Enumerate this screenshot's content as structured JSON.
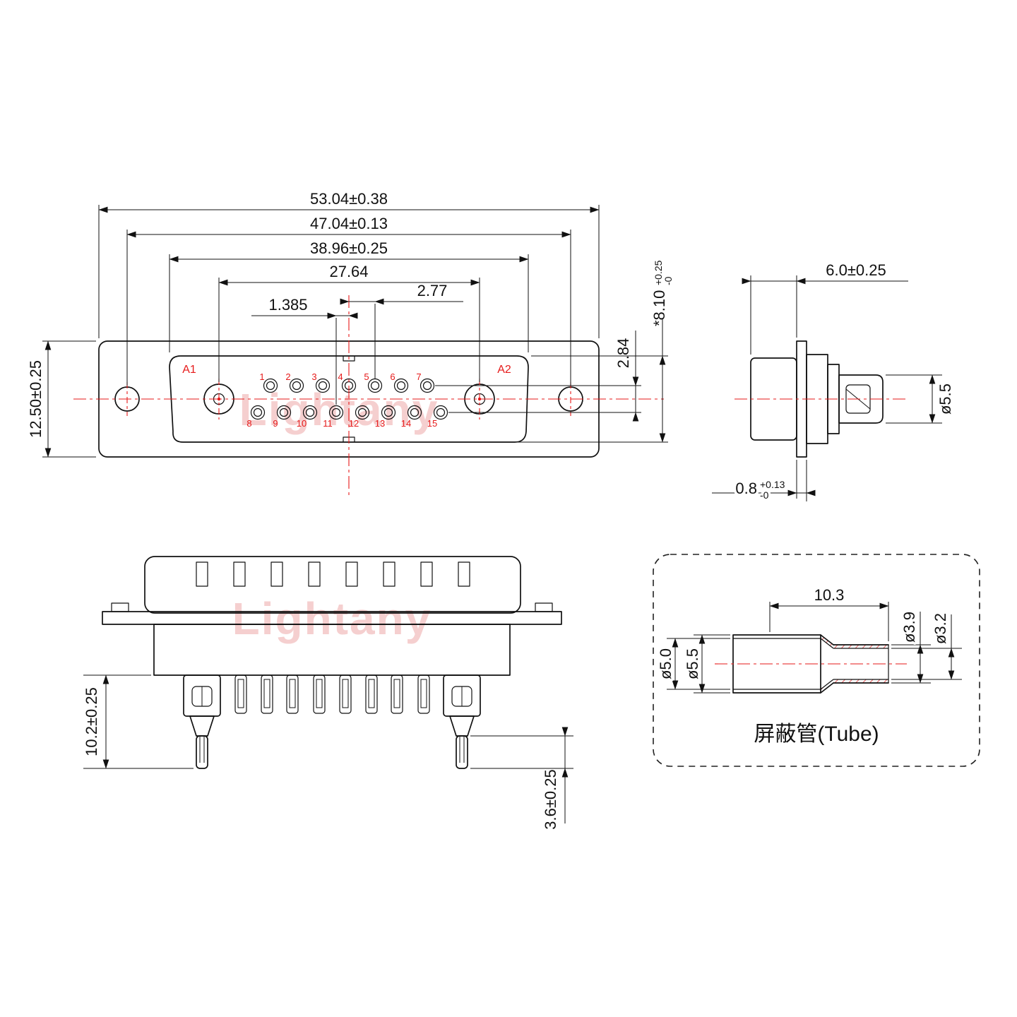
{
  "watermark": "Lightany",
  "front": {
    "dim_53": "53.04±0.38",
    "dim_47": "47.04±0.13",
    "dim_39": "38.96±0.25",
    "dim_2764": "27.64",
    "dim_277": "2.77",
    "dim_1385": "1.385",
    "dim_125": "12.50±0.25",
    "dim_284": "2.84",
    "dim_810": "*8.10",
    "dim_810_sup": "+0.25",
    "dim_810_sub": "-0",
    "a1": "A1",
    "a2": "A2",
    "pins_top": [
      "1",
      "2",
      "3",
      "4",
      "5",
      "6",
      "7"
    ],
    "pins_bottom": [
      "8",
      "9",
      "10",
      "11",
      "12",
      "13",
      "14",
      "15"
    ]
  },
  "side": {
    "dim_60": "6.0±0.25",
    "dim_55": "ø5.5",
    "dim_08": "0.8",
    "dim_08_sup": "+0.13",
    "dim_08_sub": "-0"
  },
  "back": {
    "dim_102": "10.2±0.25",
    "dim_36": "3.6±0.25"
  },
  "tube": {
    "dim_103": "10.3",
    "dim_39": "ø3.9",
    "dim_32": "ø3.2",
    "dim_50": "ø5.0",
    "dim_55": "ø5.5",
    "label": "屏蔽管(Tube)"
  }
}
